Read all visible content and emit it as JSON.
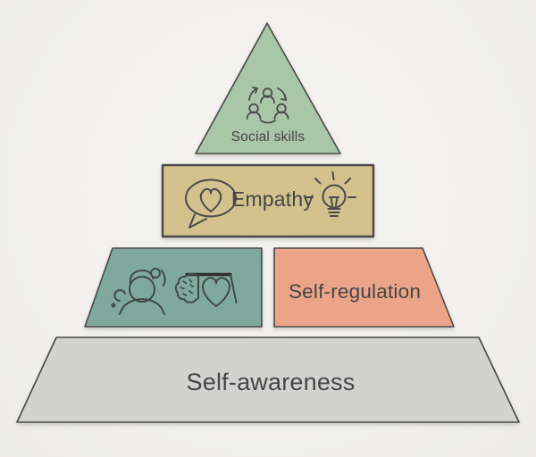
{
  "diagram": {
    "type": "pyramid",
    "background_color": "#f2f1ef",
    "outline_color": "#4a4a4a",
    "label_color": "#454545",
    "rows": [
      {
        "blocks": [
          {
            "id": "social-skills",
            "shape": "triangle",
            "label": "Social skills",
            "fill": "#a9c6a7",
            "icons": [
              "people-cycle-icon"
            ]
          }
        ]
      },
      {
        "blocks": [
          {
            "id": "empathy",
            "shape": "rectangle",
            "label": "Empathy",
            "fill": "#d3c18e",
            "icons": [
              "heart-speech-bubble-icon",
              "lightbulb-icon"
            ]
          }
        ]
      },
      {
        "blocks": [
          {
            "id": "mind-and-heart",
            "shape": "left-trapezoid",
            "label": "",
            "fill": "#80a99e",
            "icons": [
              "thinking-person-icon",
              "brain-heart-balance-icon"
            ]
          },
          {
            "id": "self-regulation",
            "shape": "right-trapezoid",
            "label": "Self-regulation",
            "fill": "#eca488",
            "icons": []
          }
        ]
      },
      {
        "blocks": [
          {
            "id": "self-awareness",
            "shape": "base-trapezoid",
            "label": "Self-awareness",
            "fill": "#d2d2d0",
            "icons": []
          }
        ]
      }
    ]
  }
}
